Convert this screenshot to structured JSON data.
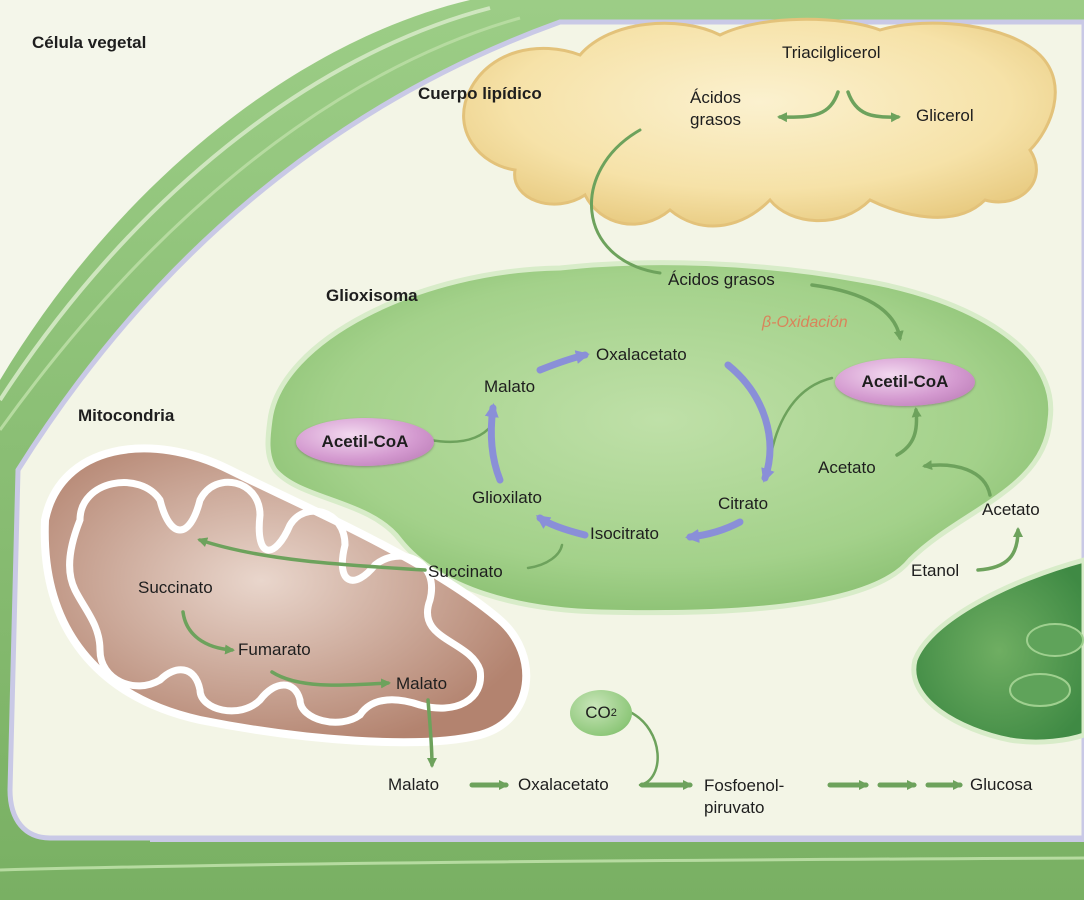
{
  "title": "Célula vegetal",
  "organelles": {
    "lipid_body": "Cuerpo lipídico",
    "glyoxysome": "Glioxisoma",
    "mitochondrion": "Mitocondria"
  },
  "lipid_body": {
    "triacylglycerol": "Triacilglicerol",
    "fatty_acids": "Ácidos\ngrasos",
    "glycerol": "Glicerol"
  },
  "glyoxysome": {
    "fatty_acids": "Ácidos grasos",
    "beta_oxidation": "β-Oxidación",
    "acetyl_coa_right": "Acetil-CoA",
    "acetyl_coa_left": "Acetil-CoA",
    "oxaloacetate": "Oxalacetato",
    "malate": "Malato",
    "citrate": "Citrato",
    "isocitrate": "Isocitrato",
    "glyoxylate": "Glioxilato",
    "succinate": "Succinato",
    "acetate": "Acetato"
  },
  "cytosol": {
    "acetate": "Acetato",
    "ethanol": "Etanol",
    "co2": "CO",
    "co2_subscript": "2",
    "malate": "Malato",
    "oxaloacetate": "Oxalacetato",
    "pep": "Fosfoenol-\npiruvato",
    "glucose": "Glucosa"
  },
  "mitochondrion": {
    "succinate": "Succinato",
    "fumarate": "Fumarato",
    "malate": "Malato"
  },
  "colors": {
    "cell_wall": "#8fc27a",
    "glyoxysome": "#98cc7e",
    "lipid_body": "#f3dc9c",
    "mitochondrion": "#b98a78",
    "cycle_arrow": "#8a8fd8",
    "path_arrow": "#6da25c",
    "acetyl_coa": "#d49ad0",
    "beta_oxidation_text": "#d9845a"
  }
}
